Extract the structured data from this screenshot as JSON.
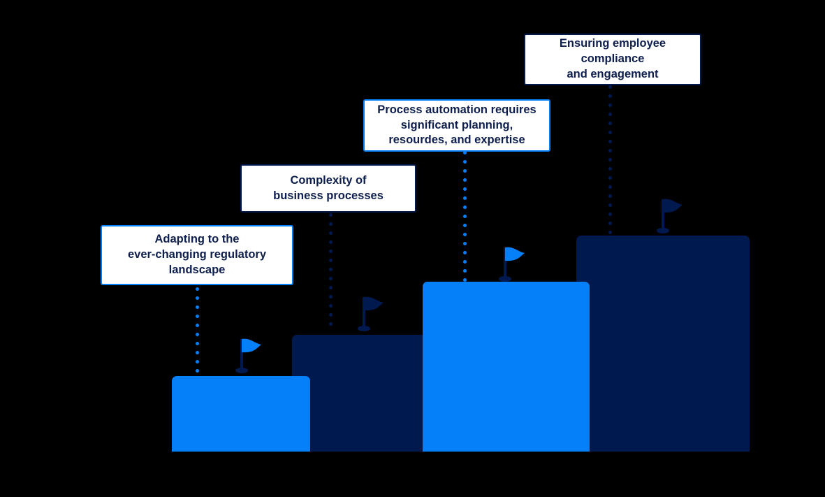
{
  "diagram": {
    "title": "Challenges staircase bar diagram",
    "background_color": "#000000",
    "palette": {
      "bright_blue": "#0680F8",
      "navy": "#00194F",
      "box_fill": "#FFFFFF",
      "text_navy": "#0E1F4F"
    },
    "steps": [
      {
        "id": "step-1",
        "label": "Adapting to the\never-changing regulatory\nlandscape",
        "bar_color": "#0680F8",
        "box_border_color": "#0680F8",
        "connector_color": "#0680F8",
        "flag_color": "#0680F8",
        "flag_pole_color": "#00194F",
        "order": 1
      },
      {
        "id": "step-2",
        "label": "Complexity of\nbusiness processes",
        "bar_color": "#00194F",
        "box_border_color": "#00194F",
        "connector_color": "#00194F",
        "flag_color": "#00194F",
        "flag_pole_color": "#00194F",
        "order": 2
      },
      {
        "id": "step-3",
        "label": "Process automation requires\nsignificant planning,\nresourdes, and expertise",
        "bar_color": "#0680F8",
        "box_border_color": "#0680F8",
        "connector_color": "#0680F8",
        "flag_color": "#0680F8",
        "flag_pole_color": "#00194F",
        "order": 3
      },
      {
        "id": "step-4",
        "label": "Ensuring employee\ncompliance\nand engagement",
        "bar_color": "#00194F",
        "box_border_color": "#00194F",
        "connector_color": "#00194F",
        "flag_color": "#00194F",
        "flag_pole_color": "#00194F",
        "order": 4
      }
    ]
  }
}
